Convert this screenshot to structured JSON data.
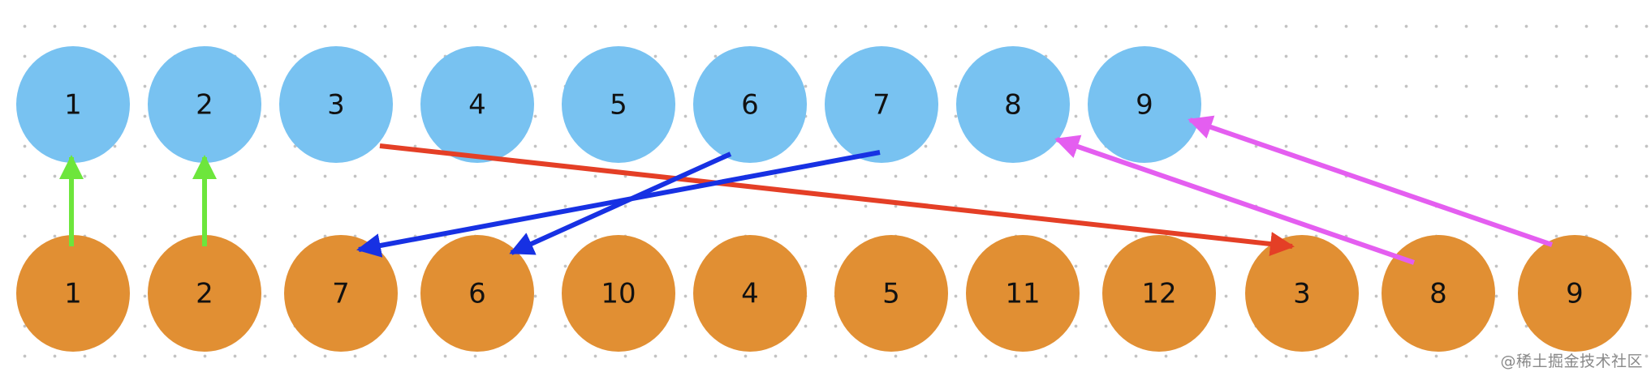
{
  "colors": {
    "top_fill": "#78c2f1",
    "bottom_fill": "#e18f33",
    "green_arrow": "#6de63c",
    "red_arrow": "#e43f26",
    "blue_arrow": "#1731e3",
    "magenta_arrow": "#e45ef0",
    "background": "#ffffff",
    "grid_dot": "#c2c2c2"
  },
  "top_row": [
    "1",
    "2",
    "3",
    "4",
    "5",
    "6",
    "7",
    "8",
    "9"
  ],
  "bottom_row": [
    "1",
    "2",
    "7",
    "6",
    "10",
    "4",
    "5",
    "11",
    "12",
    "3",
    "8",
    "9"
  ],
  "arrows": [
    {
      "from": "bottom-1",
      "to": "top-1",
      "color": "green"
    },
    {
      "from": "bottom-2",
      "to": "top-2",
      "color": "green"
    },
    {
      "from": "top-3",
      "to": "bottom-3",
      "color": "red"
    },
    {
      "from": "top-6",
      "to": "bottom-6",
      "color": "blue"
    },
    {
      "from": "top-7",
      "to": "bottom-7",
      "color": "blue"
    },
    {
      "from": "bottom-8",
      "to": "top-8",
      "color": "magenta"
    },
    {
      "from": "bottom-9",
      "to": "top-9",
      "color": "magenta"
    }
  ],
  "watermark": "@稀土掘金技术社区"
}
